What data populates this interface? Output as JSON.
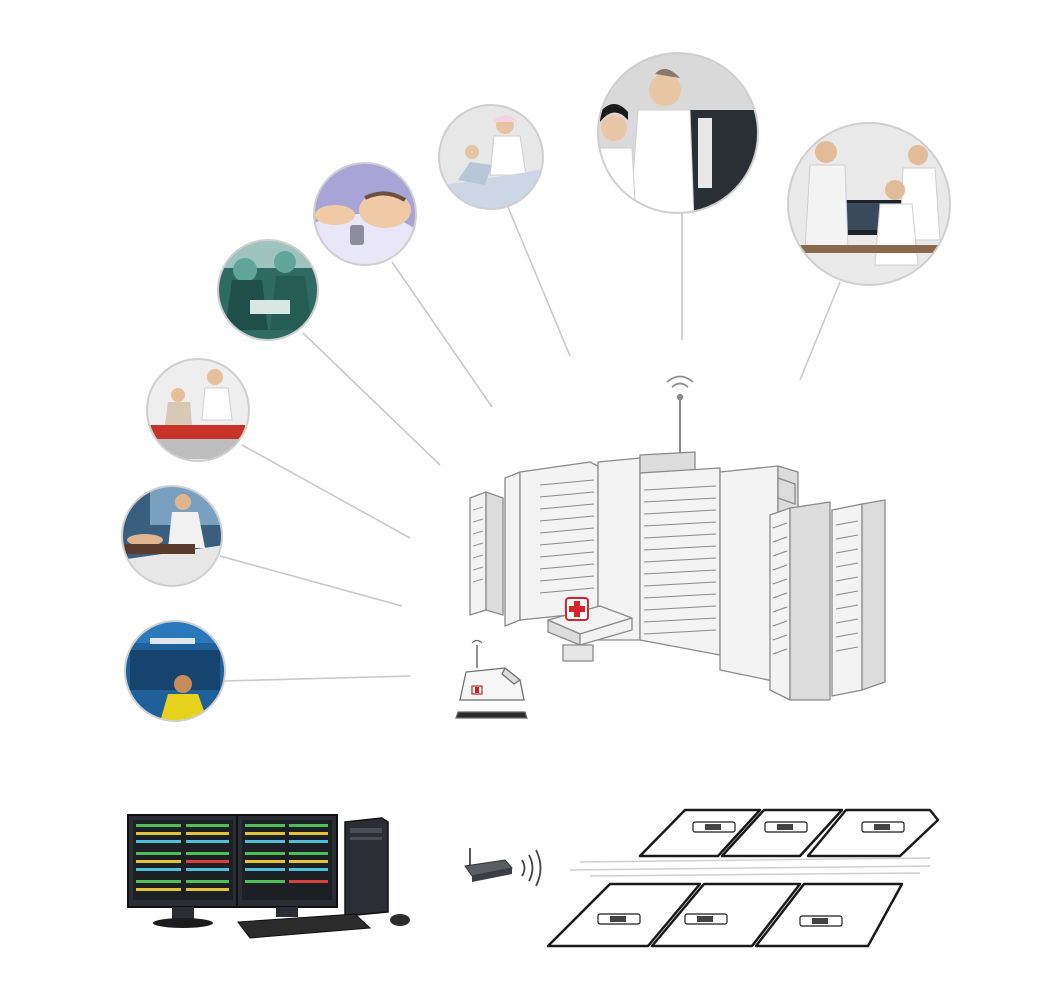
{
  "palette": {
    "line": "#c9c9c9",
    "building_light": "#f3f3f3",
    "building_side": "#dcdcdc",
    "building_stroke": "#8a8a8a",
    "cross": "#d8232a",
    "screen_dark": "#1c1f24",
    "ward_stroke": "#1a1a1a"
  },
  "scenes": [
    {
      "id": "ambulance",
      "icon": "ambulance-crew-photo",
      "bg": "#1f5f9a",
      "accent": "#e6d11c",
      "skin": "#c98b5a"
    },
    {
      "id": "bedside-exam",
      "icon": "bedside-exam-photo",
      "bg": "#3a5f7e",
      "accent": "#f1f1f1",
      "skin": "#e0b48f"
    },
    {
      "id": "emergency",
      "icon": "emergency-care-photo",
      "bg": "#eeeeee",
      "accent": "#c7332b",
      "skin": "#e6c09b"
    },
    {
      "id": "operating-room",
      "icon": "operating-room-photo",
      "bg": "#2f6a63",
      "accent": "#5fa59a",
      "skin": "#d6b08c"
    },
    {
      "id": "neonatal",
      "icon": "neonatal-care-photo",
      "bg": "#a9a4d6",
      "accent": "#e9e7f7",
      "skin": "#f0c9a6"
    },
    {
      "id": "ward-nursing",
      "icon": "ward-nursing-photo",
      "bg": "#e7e7e7",
      "accent": "#ffffff",
      "skin": "#e8c3a0"
    },
    {
      "id": "central-station",
      "icon": "central-station-photo",
      "bg": "#d9d9d9",
      "accent": "#2a2f36",
      "skin": "#e9c6a6"
    },
    {
      "id": "consultation",
      "icon": "doctor-consultation-photo",
      "bg": "#e9e9e9",
      "accent": "#1e2329",
      "skin": "#e2bb98"
    }
  ]
}
